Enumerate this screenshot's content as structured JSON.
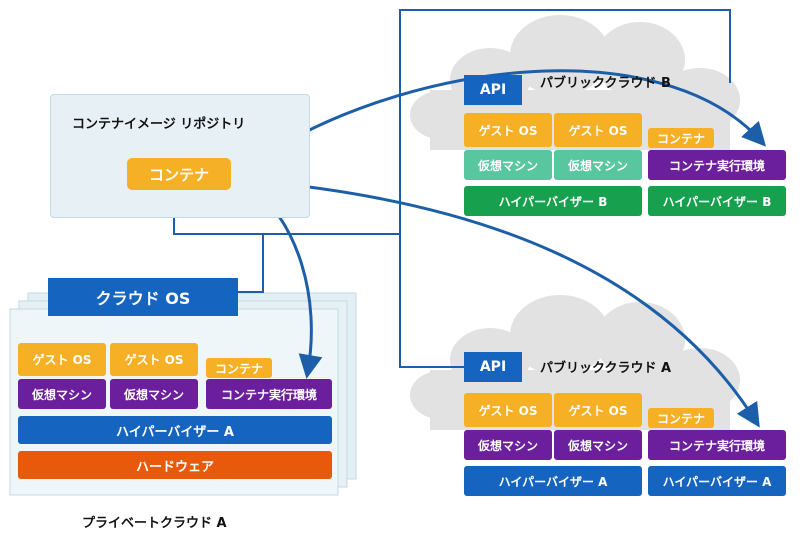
{
  "repository": {
    "title": "コンテナイメージ リポジトリ",
    "container": "コンテナ"
  },
  "private_cloud": {
    "caption": "プライベートクラウド A",
    "cloud_os": "クラウド OS",
    "guest_os_1": "ゲスト OS",
    "guest_os_2": "ゲスト OS",
    "vm_1": "仮想マシン",
    "vm_2": "仮想マシン",
    "container": "コンテナ",
    "runtime": "コンテナ実行環境",
    "hypervisor": "ハイパーバイザー A",
    "hardware": "ハードウェア"
  },
  "public_cloud_b": {
    "title": "パブリッククラウド B",
    "api": "API",
    "guest_os_1": "ゲスト OS",
    "guest_os_2": "ゲスト OS",
    "vm_1": "仮想マシン",
    "vm_2": "仮想マシン",
    "container": "コンテナ",
    "runtime": "コンテナ実行環境",
    "hypervisor_1": "ハイパーバイザー B",
    "hypervisor_2": "ハイパーバイザー B"
  },
  "public_cloud_a": {
    "title": "パブリッククラウド A",
    "api": "API",
    "guest_os_1": "ゲスト OS",
    "guest_os_2": "ゲスト OS",
    "vm_1": "仮想マシン",
    "vm_2": "仮想マシン",
    "container": "コンテナ",
    "runtime": "コンテナ実行環境",
    "hypervisor_1": "ハイパーバイザー A",
    "hypervisor_2": "ハイパーバイザー A"
  },
  "colors": {
    "yellow": "#f5b025",
    "purple": "#6c1f9c",
    "teal": "#58c7a0",
    "green": "#17a14f",
    "blue": "#1565c0",
    "orange": "#e8590c",
    "connector": "#1c5fa8"
  }
}
